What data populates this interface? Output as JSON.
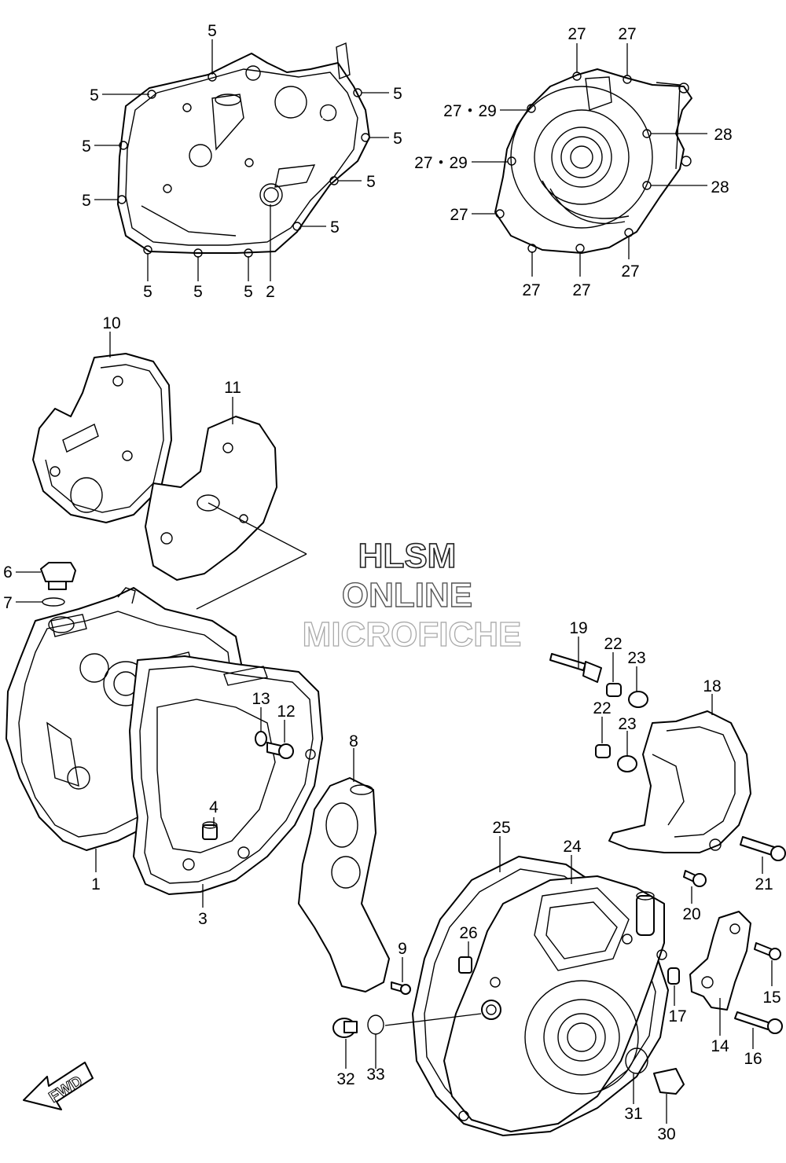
{
  "watermark": {
    "line1": "HLSM",
    "line2": "ONLINE",
    "line3": "MICROFICHE"
  },
  "direction_arrow": "FWD",
  "callouts": {
    "c1": "1",
    "c2": "2",
    "c3": "3",
    "c4": "4",
    "c5": "5",
    "c6": "6",
    "c7": "7",
    "c8": "8",
    "c9": "9",
    "c10": "10",
    "c11": "11",
    "c12": "12",
    "c13": "13",
    "c14": "14",
    "c15": "15",
    "c16": "16",
    "c17": "17",
    "c18": "18",
    "c19": "19",
    "c20": "20",
    "c21": "21",
    "c22": "22",
    "c23": "23",
    "c24": "24",
    "c25": "25",
    "c26": "26",
    "c27": "27",
    "c27_29": "27・29",
    "c28": "28",
    "c30": "30",
    "c31": "31",
    "c32": "32",
    "c33": "33"
  }
}
